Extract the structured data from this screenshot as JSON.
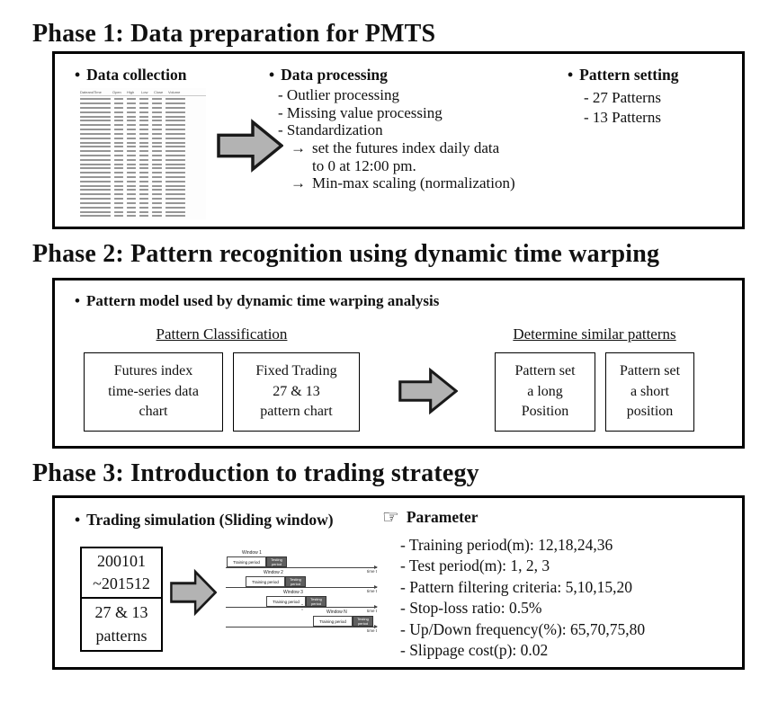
{
  "glyphs": {
    "bullet": "•",
    "arrow": "→",
    "hand": "☞",
    "dots": "⋮"
  },
  "colors": {
    "arrow_fill": "#b3b3b3",
    "arrow_stroke": "#1a1a1a",
    "testing_box": "#5f5f5f",
    "table_bar": "#969696"
  },
  "phase1": {
    "title": "Phase 1: Data preparation for PMTS",
    "data_collection": {
      "label": "Data collection"
    },
    "table": {
      "headers": [
        "DateandTime",
        "Open",
        "High",
        "Low",
        "Close",
        "Volume"
      ]
    },
    "data_processing": {
      "label": "Data processing",
      "items": [
        "- Outlier processing",
        "- Missing value processing",
        "- Standardization"
      ],
      "sub_arrows": [
        "set the futures index daily data\nto 0 at 12:00 pm.",
        "Min-max scaling (normalization)"
      ]
    },
    "pattern_setting": {
      "label": "Pattern setting",
      "items": [
        "- 27 Patterns",
        "- 13 Patterns"
      ]
    }
  },
  "phase2": {
    "title": "Phase 2: Pattern recognition using dynamic time warping",
    "bullet_label": "Pattern model used by dynamic time warping analysis",
    "classification": {
      "heading": "Pattern Classification",
      "boxes": [
        "Futures index\ntime-series data\nchart",
        "Fixed Trading\n27 & 13\npattern chart"
      ]
    },
    "similar": {
      "heading": "Determine similar patterns",
      "boxes": [
        "Pattern set\na long\nPosition",
        "Pattern set\na short\nposition"
      ]
    }
  },
  "phase3": {
    "title": "Phase 3: Introduction to trading strategy",
    "bullet_label": "Trading simulation (Sliding window)",
    "period_box": "200101\n~201512",
    "patterns_box": "27 & 13\npatterns",
    "parameter": {
      "label": "Parameter",
      "items": [
        "- Training period(m): 12,18,24,36",
        "- Test period(m): 1, 2, 3",
        "- Pattern filtering criteria: 5,10,15,20",
        "- Stop-loss ratio: 0.5%",
        "- Up/Down frequency(%): 65,70,75,80",
        "- Slippage cost(p): 0.02"
      ]
    },
    "sliding": {
      "windows": [
        "Window 1",
        "Window 2",
        "Window 3",
        "Window N"
      ],
      "training": "Training period",
      "testing": "Testing period",
      "time": "time t"
    }
  }
}
